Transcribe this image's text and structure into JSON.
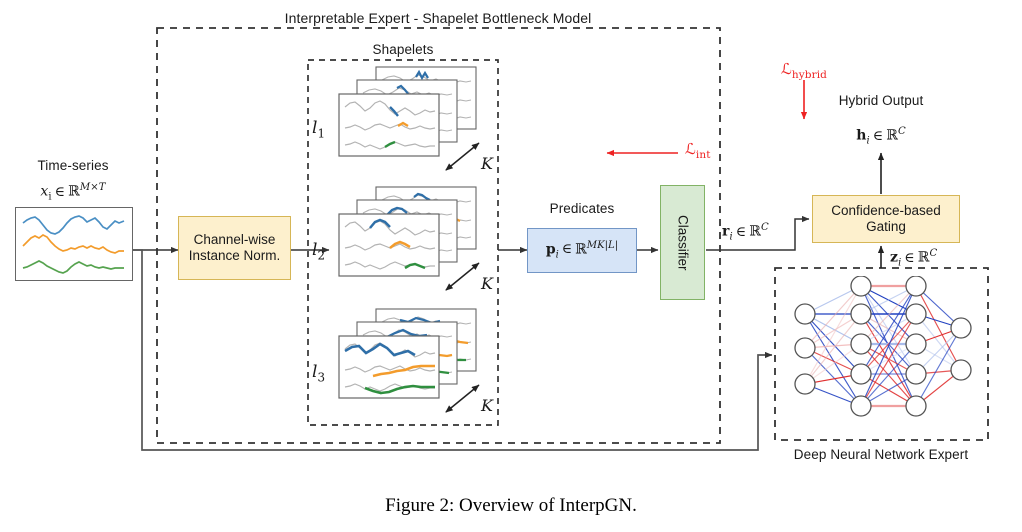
{
  "figure": {
    "caption": "Figure 2: Overview of InterpGN.",
    "outer_title": "Interpretable Expert - Shapelet Bottleneck Model"
  },
  "colors": {
    "series_blue": "#4a8fc4",
    "series_orange": "#f39c2c",
    "series_green": "#56a34f",
    "shapelet_gray": "#b3b3b3",
    "loss_red": "#ee2222",
    "yellow_fill": "#fdf0cd",
    "yellow_stroke": "#d6b656",
    "blue_fill": "#d6e4f7",
    "blue_stroke": "#7296c6",
    "green_fill": "#d8ead3",
    "green_stroke": "#82b366",
    "nn_edge_red": "#e03030",
    "nn_edge_blue": "#2040c0",
    "box_stroke": "#666666",
    "arrow": "#333333"
  },
  "input": {
    "title": "Time-series",
    "tensor_symbol": "x",
    "tensor_sub": "i",
    "tensor_in": "∈",
    "tensor_space": "ℝ",
    "tensor_dims": "M×T"
  },
  "normalization": {
    "line1": "Channel-wise",
    "line2": "Instance Norm."
  },
  "shapelets": {
    "title": "Shapelets",
    "groups": [
      {
        "label": "l",
        "label_sub": "1",
        "stack_label": "K",
        "segment_length": "short"
      },
      {
        "label": "l",
        "label_sub": "2",
        "stack_label": "K",
        "segment_length": "medium"
      },
      {
        "label": "l",
        "label_sub": "3",
        "stack_label": "K",
        "segment_length": "long"
      }
    ]
  },
  "predicates": {
    "title": "Predicates",
    "symbol": "p",
    "symbol_sub": "i",
    "in": "∈",
    "space": "ℝ",
    "dims": "MK|L|"
  },
  "classifier": {
    "label": "Classifier"
  },
  "interp_output": {
    "symbol": "r",
    "symbol_sub": "i",
    "in": "∈",
    "space": "ℝ",
    "dims": "C"
  },
  "dnn_output": {
    "symbol": "z",
    "symbol_sub": "i",
    "in": "∈",
    "space": "ℝ",
    "dims": "C"
  },
  "hybrid_output": {
    "title": "Hybrid Output",
    "symbol": "h",
    "symbol_sub": "i",
    "in": "∈",
    "space": "ℝ",
    "dims": "C"
  },
  "gating": {
    "line1": "Confidence-based",
    "line2": "Gating"
  },
  "dnn": {
    "caption": "Deep Neural Network Expert",
    "layer_sizes": [
      3,
      5,
      5,
      2
    ]
  },
  "losses": [
    {
      "name": "L_int",
      "symbol": "ℒ",
      "sub": "int",
      "direction": "left"
    },
    {
      "name": "L_hybrid",
      "symbol": "ℒ",
      "sub": "hybrid",
      "direction": "down"
    }
  ]
}
